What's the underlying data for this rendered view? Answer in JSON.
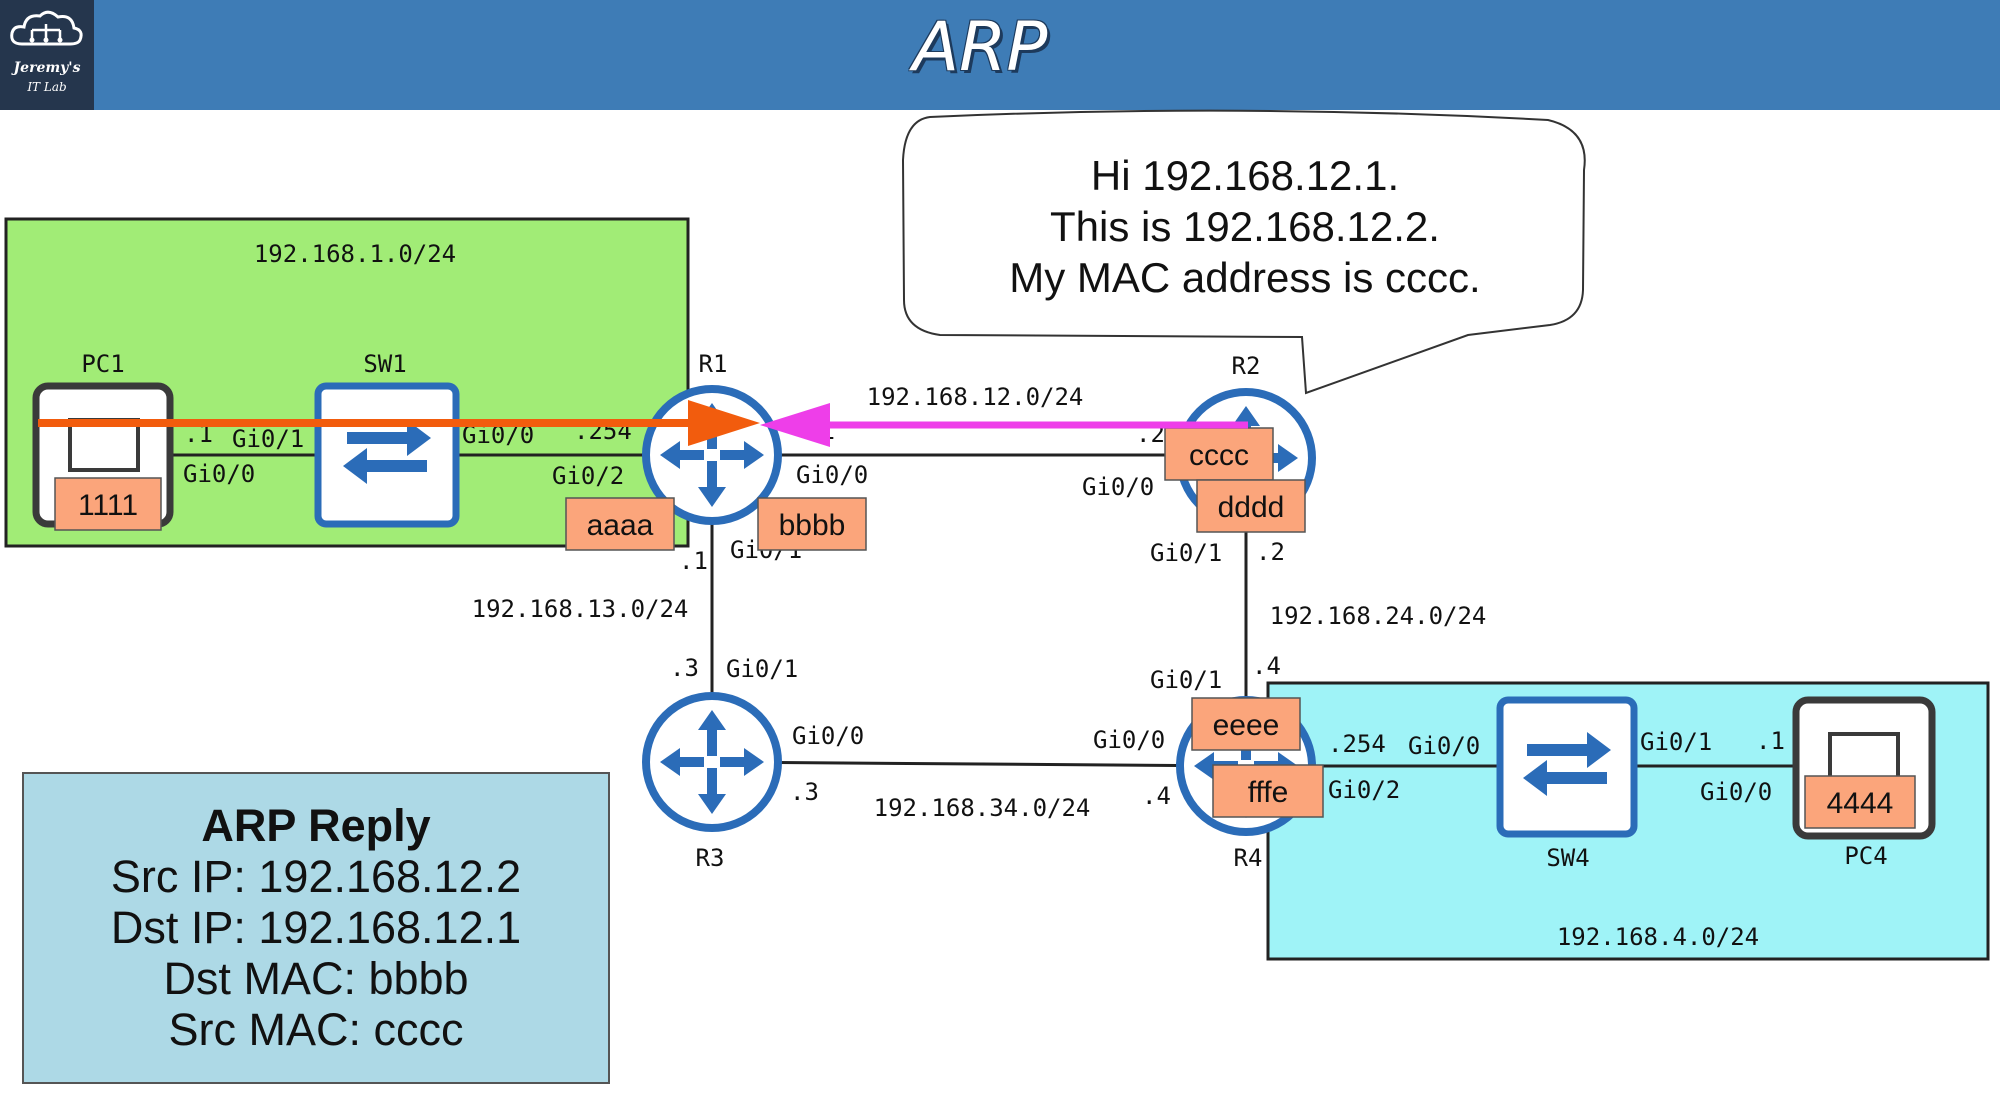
{
  "header": {
    "title": "ARP",
    "logo_line1": "Jeremy's",
    "logo_line2": "IT Lab",
    "logo_icon": "cloud-network-icon"
  },
  "colors": {
    "header": "#3e7cb6",
    "lan1": "#a1ec76",
    "lan4": "#9ff3f7",
    "arp_box": "#add9e6",
    "mac_label": "#fba57b",
    "frame_arrow": "#f25c0d",
    "reply_arrow": "#ee3ee9",
    "router": "#2b6cb8"
  },
  "networks": {
    "lan1": "192.168.1.0/24",
    "r1_r2": "192.168.12.0/24",
    "r1_r3": "192.168.13.0/24",
    "r2_r4": "192.168.24.0/24",
    "r3_r4": "192.168.34.0/24",
    "lan4": "192.168.4.0/24"
  },
  "devices": {
    "pc1": "PC1",
    "sw1": "SW1",
    "r1": "R1",
    "r2": "R2",
    "r3": "R3",
    "r4": "R4",
    "sw4": "SW4",
    "pc4": "PC4"
  },
  "interfaces": {
    "pc1_host": ".1",
    "pc1_if": "Gi0/0",
    "sw1_left": "Gi0/1",
    "sw1_right": "Gi0/0",
    "r1_lan_host": ".254",
    "r1_lan_if": "Gi0/2",
    "r1_wan_host": ".1",
    "r1_wan_if": "Gi0/0",
    "r1_down_host": ".1",
    "r1_down_if": "Gi0/1",
    "r2_left_host": ".2",
    "r2_left_if": "Gi0/0",
    "r2_down_if": "Gi0/1",
    "r2_down_host": ".2",
    "r3_up_host": ".3",
    "r3_up_if": "Gi0/1",
    "r3_right_if": "Gi0/0",
    "r3_right_host": ".3",
    "r4_up_if": "Gi0/1",
    "r4_up_host": ".4",
    "r4_left_if": "Gi0/0",
    "r4_left_host": ".4",
    "r4_lan_host": ".254",
    "r4_lan_if": "Gi0/2",
    "sw4_left": "Gi0/0",
    "sw4_right": "Gi0/1",
    "pc4_host": ".1",
    "pc4_if": "Gi0/0"
  },
  "macs": {
    "pc1": "1111",
    "r1_lan": "aaaa",
    "r1_wan": "bbbb",
    "r2_wan": "cccc",
    "r2_down": "dddd",
    "r4_up": "eeee",
    "r4_lan": "fffe",
    "pc4": "4444"
  },
  "speech_bubble": {
    "lines": [
      "Hi 192.168.12.1.",
      "This is 192.168.12.2.",
      "My MAC address is cccc."
    ]
  },
  "arp_reply": {
    "title": "ARP Reply",
    "lines": [
      "Src IP: 192.168.12.2",
      "Dst IP: 192.168.12.1",
      "Dst MAC: bbbb",
      "Src MAC: cccc"
    ]
  }
}
